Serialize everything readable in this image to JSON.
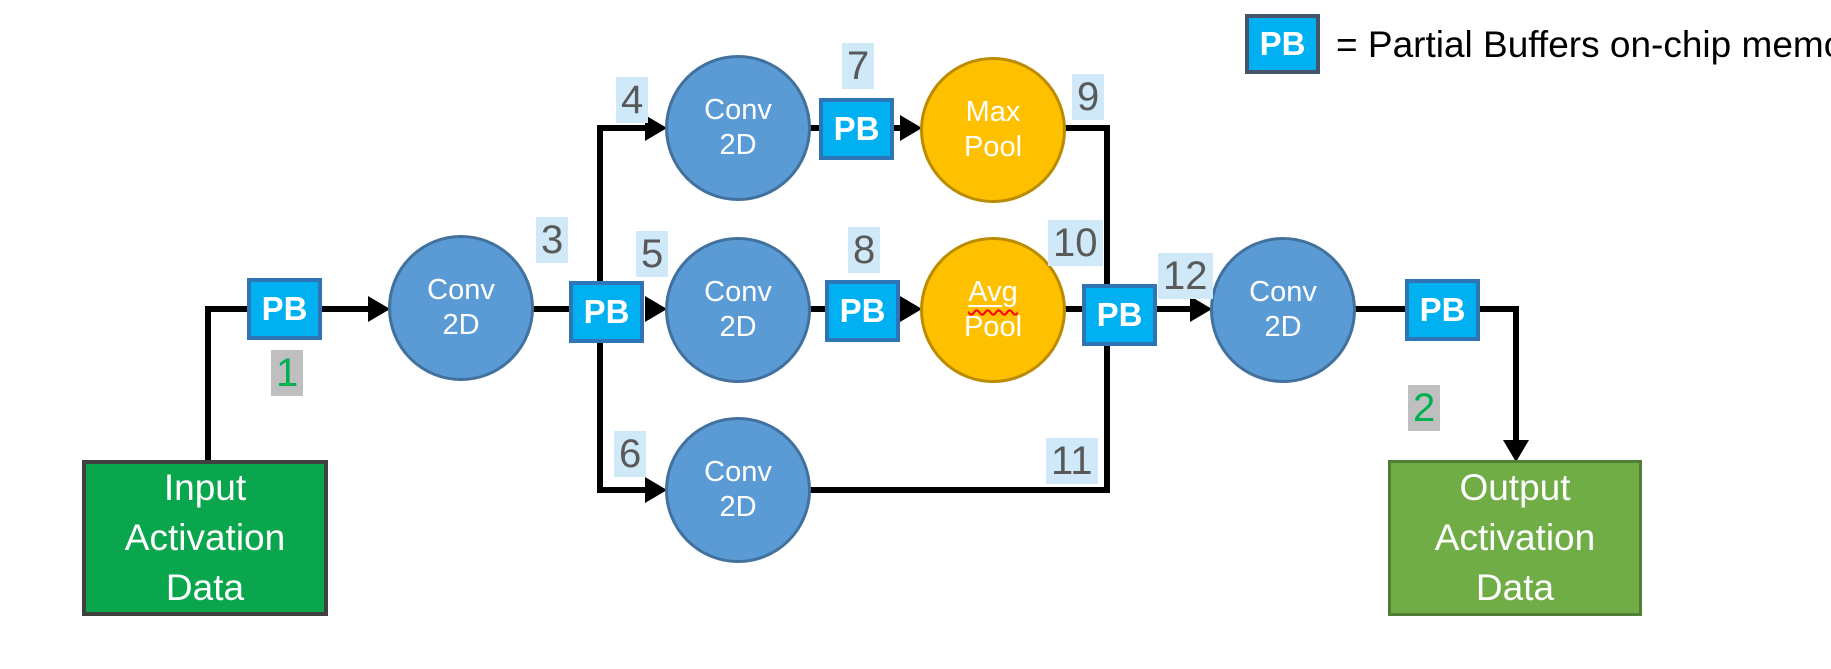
{
  "legend": {
    "pb": "PB",
    "text": "= Partial Buffers on-chip memory"
  },
  "labels": {
    "pb": "PB",
    "conv_line1": "Conv",
    "conv_line2": "2D",
    "max_line1": "Max",
    "max_line2": "Pool",
    "avg_line1": "Avg",
    "avg_line2": "Pool"
  },
  "input_box": {
    "line1": "Input",
    "line2": "Activation",
    "line3": "Data"
  },
  "output_box": {
    "line1": "Output",
    "line2": "Activation",
    "line3": "Data"
  },
  "markers": {
    "n1": "1",
    "n2": "2",
    "n3": "3",
    "n4": "4",
    "n5": "5",
    "n6": "6",
    "n7": "7",
    "n8": "8",
    "n9": "9",
    "n10": "10",
    "n11": "11",
    "n12": "12"
  },
  "colors": {
    "line": "#000000",
    "pb-fill": "#00b0f0",
    "pb-border": "#2e75b6",
    "legend-pb-border": "#44546a",
    "conv-fill": "#5b9bd5",
    "conv-border": "#41719c",
    "pool-fill": "#ffc000",
    "pool-border": "#bc8c00",
    "input-fill": "#0aa64e",
    "input-border": "#404040",
    "output-fill": "#70ad47",
    "output-border": "#507e32",
    "marker-blue-bg": "#cfe9f8",
    "marker-gray-bg": "#bfbfbf",
    "marker-gray-text": "#595959",
    "marker-green-text": "#00b050",
    "node-text": "#ffffff",
    "legend-text": "#000000",
    "misspell-squiggle": "#ff0000"
  }
}
